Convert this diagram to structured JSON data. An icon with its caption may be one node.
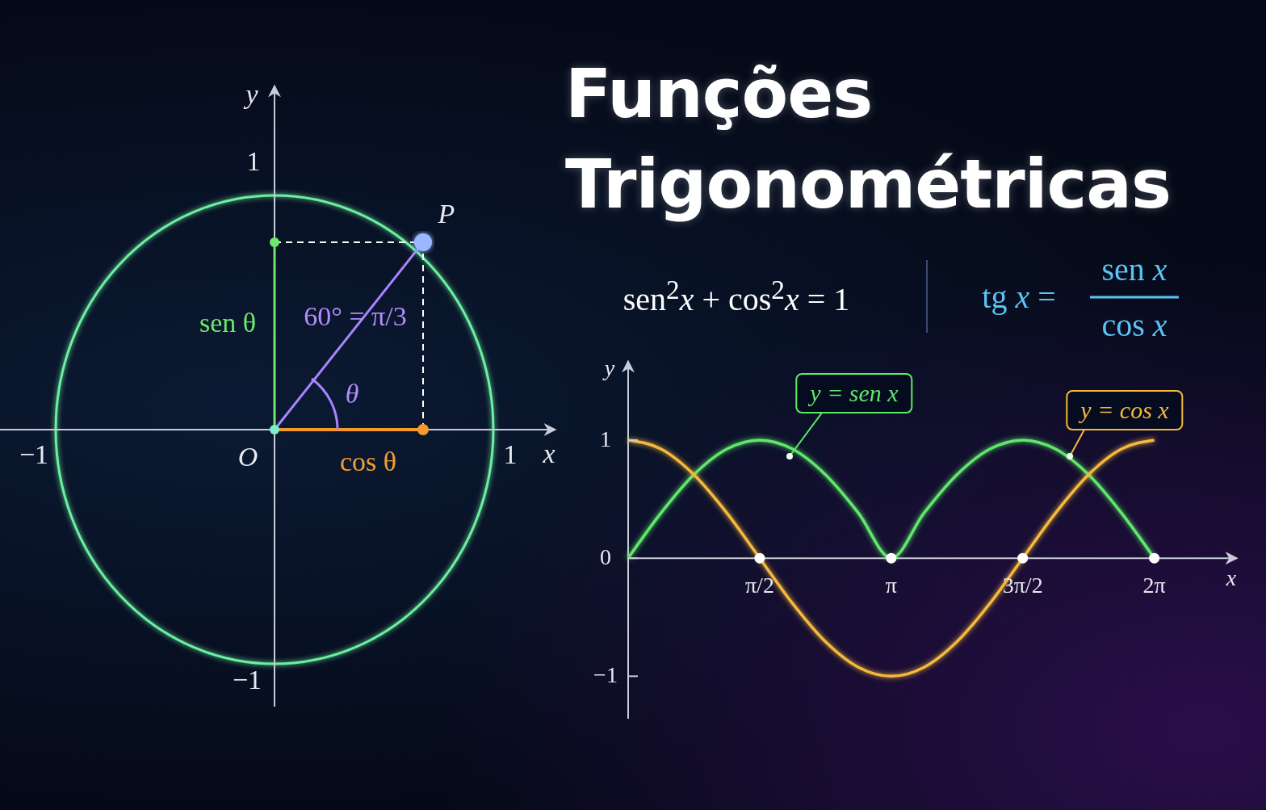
{
  "diagram": {
    "title": "Funções Trigonométricas",
    "labels": [
      "y",
      "1",
      "P",
      "sen θ",
      "60° = π/3",
      "θ",
      "−1",
      "O",
      "cos θ",
      "1",
      "x",
      "−1",
      "sen$^{2}$*x* + cos$^{2}$*x* = 1",
      "tg *x* =",
      "sen *x*",
      "cos *x*"
    ],
    "chart_data": {
      "type": "line",
      "xlabel": "x",
      "ylabel": "y",
      "x": [
        0,
        0.393,
        0.785,
        1.178,
        1.571,
        1.963,
        2.356,
        2.749,
        3.142,
        3.534,
        3.927,
        4.32,
        4.712,
        5.105,
        5.498,
        5.89,
        6.283
      ],
      "series": [
        {
          "name": "y = sen x",
          "color": "#5ee86a",
          "values": [
            0,
            0.383,
            0.707,
            0.924,
            1,
            0.924,
            0.707,
            0.383,
            0,
            0.383,
            0.707,
            0.924,
            1,
            0.924,
            0.707,
            0.383,
            0
          ]
        },
        {
          "name": "y = cos x",
          "color": "#f5b93a",
          "values": [
            1,
            0.924,
            0.707,
            0.383,
            0,
            -0.383,
            -0.707,
            -0.924,
            -1,
            -0.924,
            -0.707,
            -0.383,
            0,
            0.383,
            0.707,
            0.924,
            1
          ]
        }
      ],
      "xticks": [
        {
          "value": 1.571,
          "label": "π/2"
        },
        {
          "value": 3.142,
          "label": "π"
        },
        {
          "value": 4.712,
          "label": "3π/2"
        },
        {
          "value": 6.283,
          "label": "2π"
        }
      ],
      "yticks": [
        {
          "value": -1,
          "label": "−1"
        },
        0,
        1
      ],
      "xlim": [
        0,
        7.27
      ],
      "ylim": [
        -1.36,
        1.67
      ]
    }
  }
}
